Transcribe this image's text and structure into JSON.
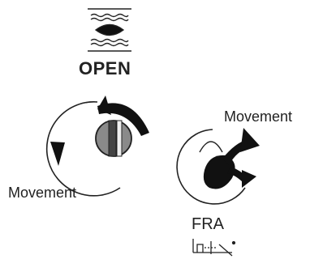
{
  "labels": {
    "open": "OPEN",
    "movement_left": "Movement",
    "movement_right": "Movement",
    "fra": "FRA"
  },
  "icons": {
    "open_symbol": "open-eye-waves-icon",
    "knob": "round-knob-icon",
    "fra_symbol": "fra-tool-icon"
  },
  "colors": {
    "ink": "#222222",
    "knob_gray": "#8a8a8a",
    "knob_dark": "#1a1a1a"
  }
}
